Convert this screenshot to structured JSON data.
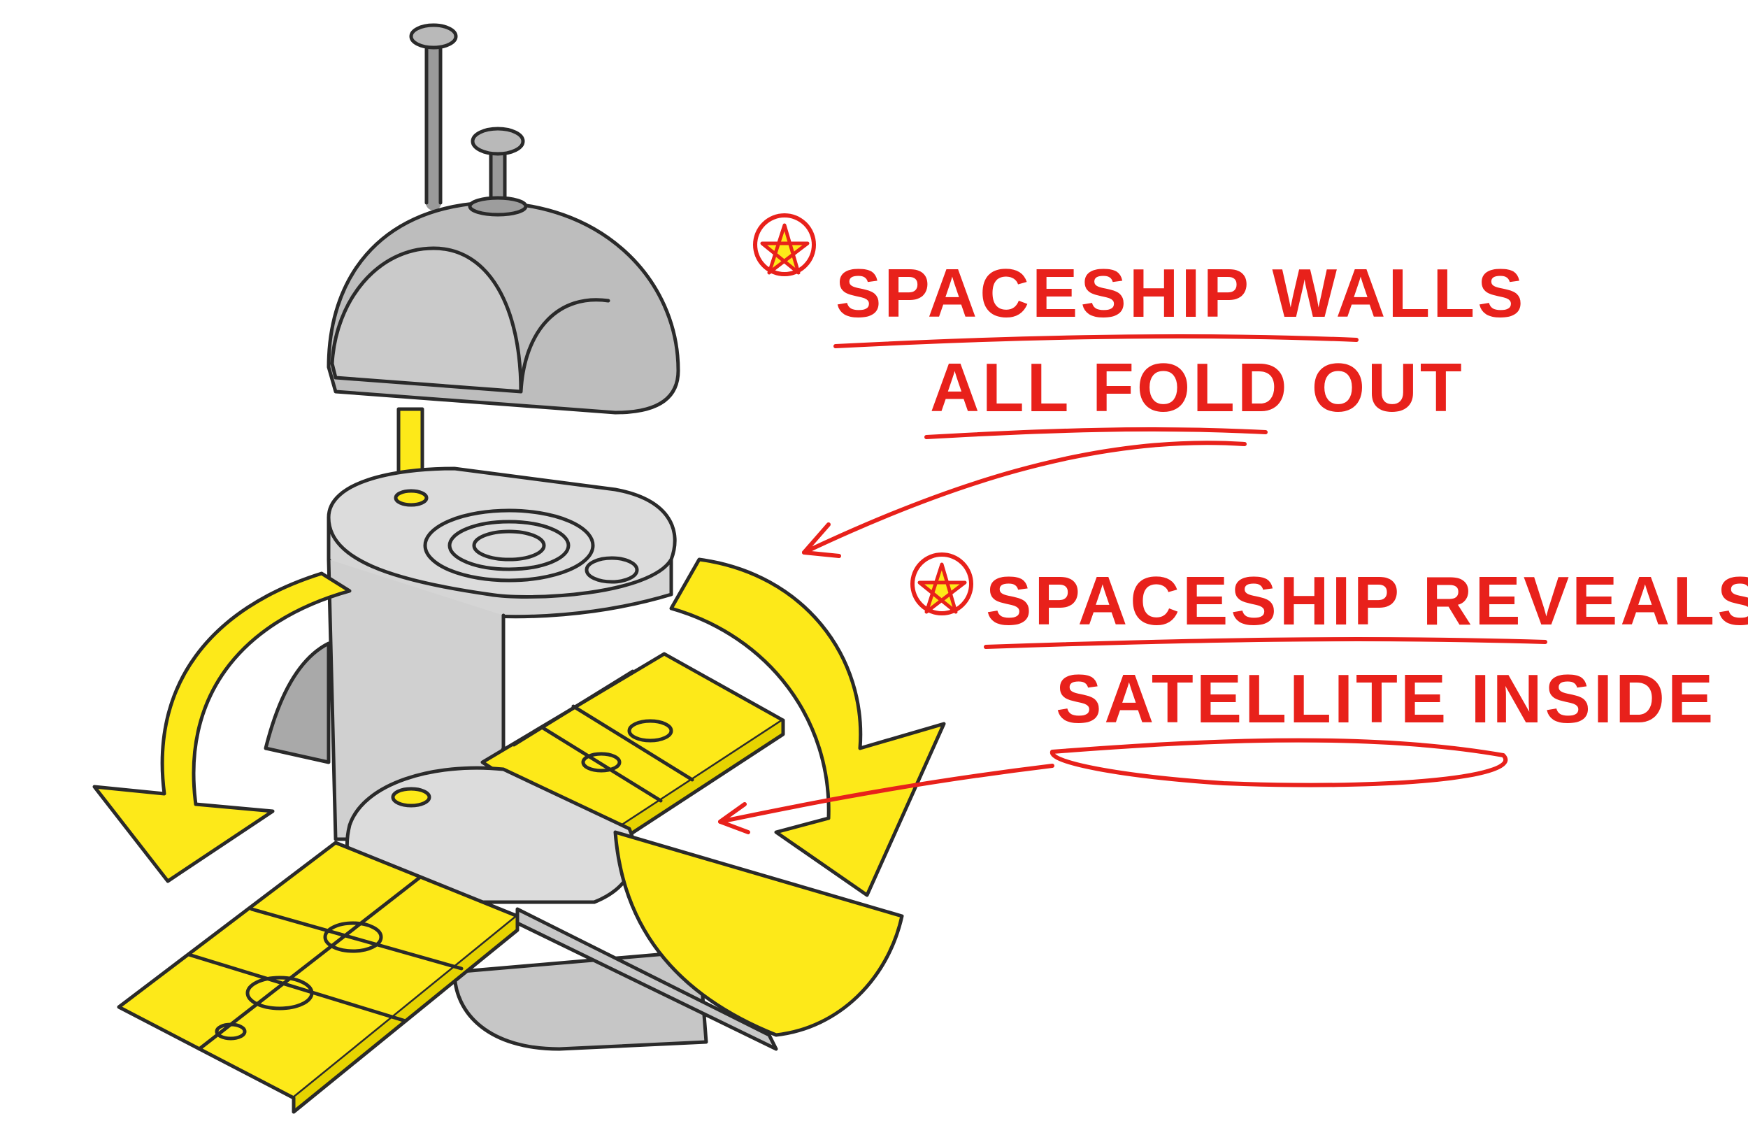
{
  "colors": {
    "annotation": "#e8211b",
    "panel_yellow": "#fde919",
    "body_gray": "#c9c9c9",
    "light_gray": "#dedede",
    "ink": "#2a2a2a"
  },
  "annotations": [
    {
      "lines": [
        "SPACESHIP WALLS",
        "ALL FOLD OUT"
      ],
      "marker": "star-in-circle"
    },
    {
      "lines": [
        "SPACESHIP REVEALS",
        "SATELLITE INSIDE"
      ],
      "marker": "star-in-circle"
    }
  ]
}
